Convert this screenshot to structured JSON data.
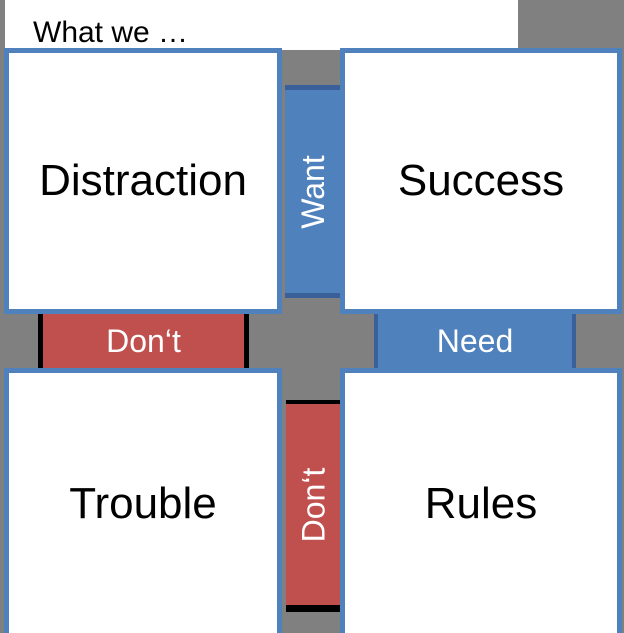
{
  "diagram": {
    "title": "What we …",
    "colors": {
      "background_gray": "#808080",
      "accent_blue": "#4F81BD",
      "accent_blue_dark": "#3A6099",
      "accent_red": "#C0504D",
      "box_fill": "#ffffff",
      "text_dark": "#000000",
      "text_light": "#ffffff"
    },
    "quadrants": [
      {
        "id": "top-left",
        "label": "Distraction"
      },
      {
        "id": "top-right",
        "label": "Success"
      },
      {
        "id": "bottom-left",
        "label": "Trouble"
      },
      {
        "id": "bottom-right",
        "label": "Rules"
      }
    ],
    "axes": [
      {
        "id": "vertical-top",
        "label": "Want",
        "orientation": "vertical",
        "fill": "#4F81BD",
        "text_color": "#ffffff"
      },
      {
        "id": "vertical-bottom",
        "label": "Don‘t",
        "orientation": "vertical",
        "fill": "#C0504D",
        "text_color": "#ffffff"
      },
      {
        "id": "horizontal-left",
        "label": "Don‘t",
        "orientation": "horizontal",
        "fill": "#C0504D",
        "text_color": "#ffffff"
      },
      {
        "id": "horizontal-right",
        "label": "Need",
        "orientation": "horizontal",
        "fill": "#4F81BD",
        "text_color": "#ffffff"
      }
    ]
  }
}
